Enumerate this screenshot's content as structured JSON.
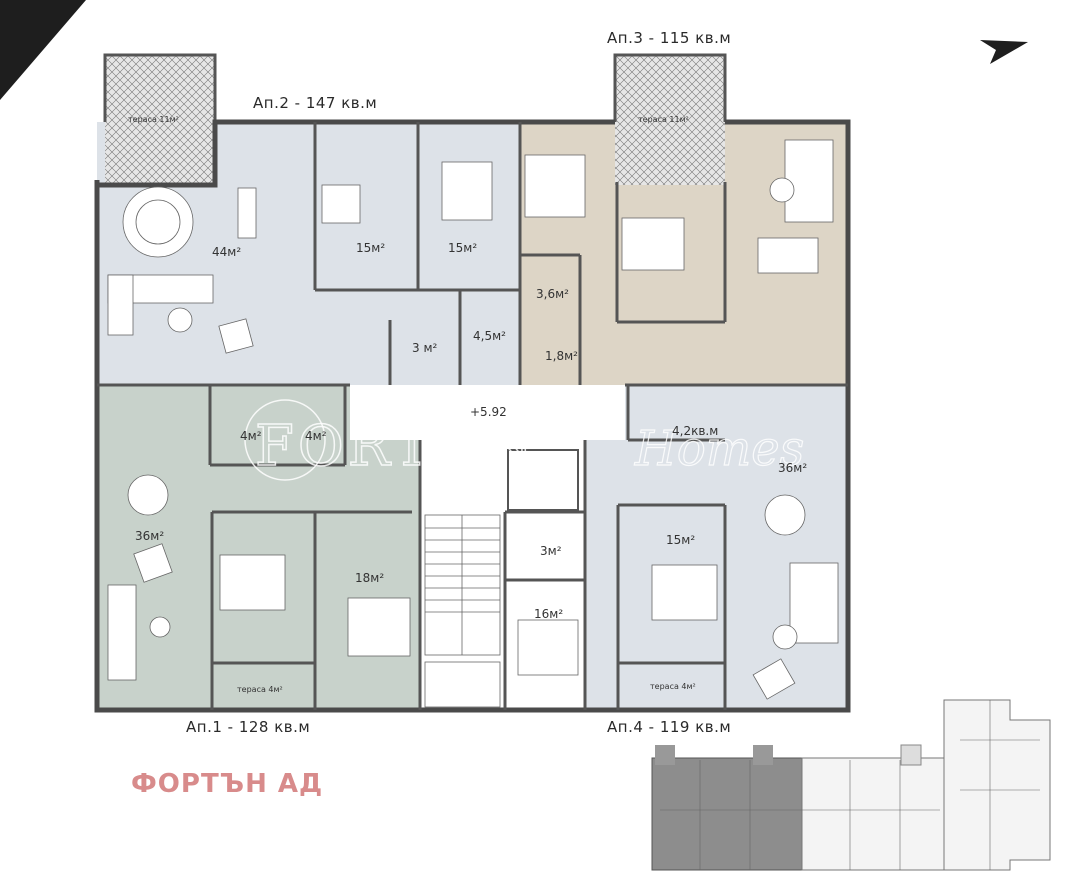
{
  "apartments": {
    "ap1": {
      "title": "Ап.1 - 128 кв.м",
      "color": "#c8d2cb"
    },
    "ap2": {
      "title": "Ап.2 - 147 кв.м",
      "color": "#dde2e8"
    },
    "ap3": {
      "title": "Ап.3 - 115 кв.м",
      "color": "#ddd5c6"
    },
    "ap4": {
      "title": "Ап.4 - 119 кв.м",
      "color": "#dde2e8"
    }
  },
  "rooms": {
    "ap2_living": "44м²",
    "ap2_bed1": "15м²",
    "ap2_bed2": "15м²",
    "ap2_bath1": "3 м²",
    "ap2_bath2": "4,5м²",
    "ap2_terrace": "тераса 11м²",
    "ap3_bath1": "3,6м²",
    "ap3_bath2": "1,8м²",
    "ap3_terrace": "тераса 11м²",
    "ap1_bath1": "4м²",
    "ap1_bath2": "4м²",
    "ap1_living": "36м²",
    "ap1_bed": "18м²",
    "ap1_terrace": "тераса 4м²",
    "ap4_bath1": "4,2кв.м",
    "ap4_living": "36м²",
    "ap4_bed1": "15м²",
    "ap4_bed2": "16м²",
    "ap4_bath2": "3м²",
    "ap4_terrace": "тераса 4м²"
  },
  "corridor_level": "+5.92",
  "watermark": {
    "brand": "FORTON",
    "sub": "Homes"
  },
  "company": "ФОРТЪН АД",
  "icons": {
    "corner": "corner-triangle",
    "north": "north-arrow-icon",
    "keyplan": "building-keyplan"
  }
}
